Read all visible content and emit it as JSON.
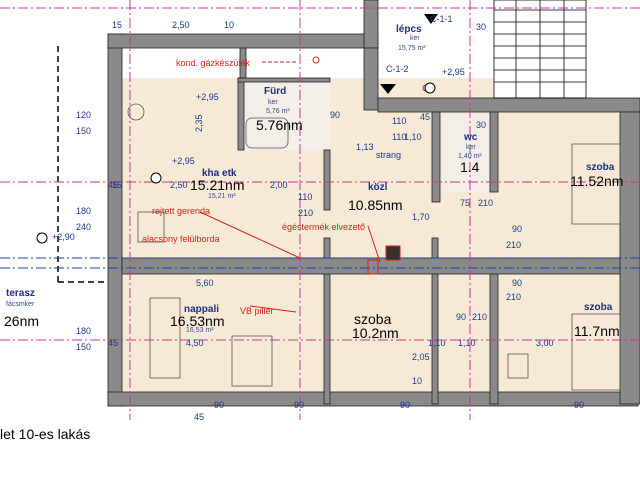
{
  "caption": "let 10-es lakás",
  "rooms": {
    "lepcs": {
      "name": "lépcs",
      "sub1": "ker",
      "sub2": "15,75 m²"
    },
    "furd": {
      "name": "Fürd",
      "sub1": "ker",
      "sub2": "5,76 m²",
      "big": "5.76nm"
    },
    "wc": {
      "name": "wc",
      "sub1": "ker",
      "sub2": "1,40 m²",
      "big": "1.4"
    },
    "khaetk": {
      "name": "kha etk",
      "sub2": "15,21 m²",
      "big": "15.21nm"
    },
    "kozl": {
      "name": "közl",
      "big": "10.85nm"
    },
    "szoba1": {
      "name": "szoba",
      "big": "11.52nm"
    },
    "szoba2": {
      "name": "szoba",
      "big": "11.7nm"
    },
    "szoba3": {
      "big_line1": "szoba",
      "big_line2": "10.2nm"
    },
    "nappali": {
      "name": "nappali",
      "sub2": "16,53 m²",
      "big": "16.53nm"
    },
    "terasz": {
      "name": "terasz",
      "sub1": "fácsmker",
      "big": "26nm"
    }
  },
  "labels": {
    "cut1": "C-1-1",
    "cut2": "C-1-2",
    "lev1": "+2,95",
    "lev2": "+2,95",
    "lev3": "+2,95",
    "lev4": "+2,90",
    "strang": "strang"
  },
  "notes": {
    "kond": "kond. gázkészülék",
    "rejtett": "rejtett gerenda",
    "alacsony": "alacsony felülborda",
    "egesterm": "égéstermék elvezető",
    "vb": "VB pillér"
  },
  "dims": {
    "d15a": "15",
    "d250a": "2,50",
    "d10": "10",
    "d120": "120",
    "d150a": "150",
    "d235": "2,35",
    "d15b": "15",
    "d250b": "2,50",
    "d200": "2,00",
    "d180a": "180",
    "d240": "240",
    "d110a": "110",
    "d210a": "210",
    "d90a": "90",
    "d110b": "110",
    "d113": "1,13",
    "d110c": "1,10",
    "d170": "1,70",
    "d75": "75",
    "d210b": "210",
    "d90b": "90",
    "d210c": "210",
    "d90c": "90",
    "d210d": "210",
    "d180b": "180",
    "d150b": "150",
    "d45a": "45",
    "d450": "4,50",
    "d560": "5,60",
    "d205": "2,05",
    "d10b": "10",
    "d90d": "90",
    "d210e": "210",
    "d110d": "1,10",
    "d110e": "1,10",
    "d300": "3,00",
    "d90e": "90",
    "d90f": "90",
    "d90g": "90",
    "d90h": "90",
    "d45b": "45",
    "d30a": "30",
    "d30b": "30",
    "d110f": "110",
    "d45c": "45",
    "d45d": "45"
  },
  "colors": {
    "wall": "#8a8a8a",
    "dimLine": "#d0309a",
    "axis": "#1f3fae",
    "note": "#d0251d",
    "floor": "#f5e9d6"
  }
}
